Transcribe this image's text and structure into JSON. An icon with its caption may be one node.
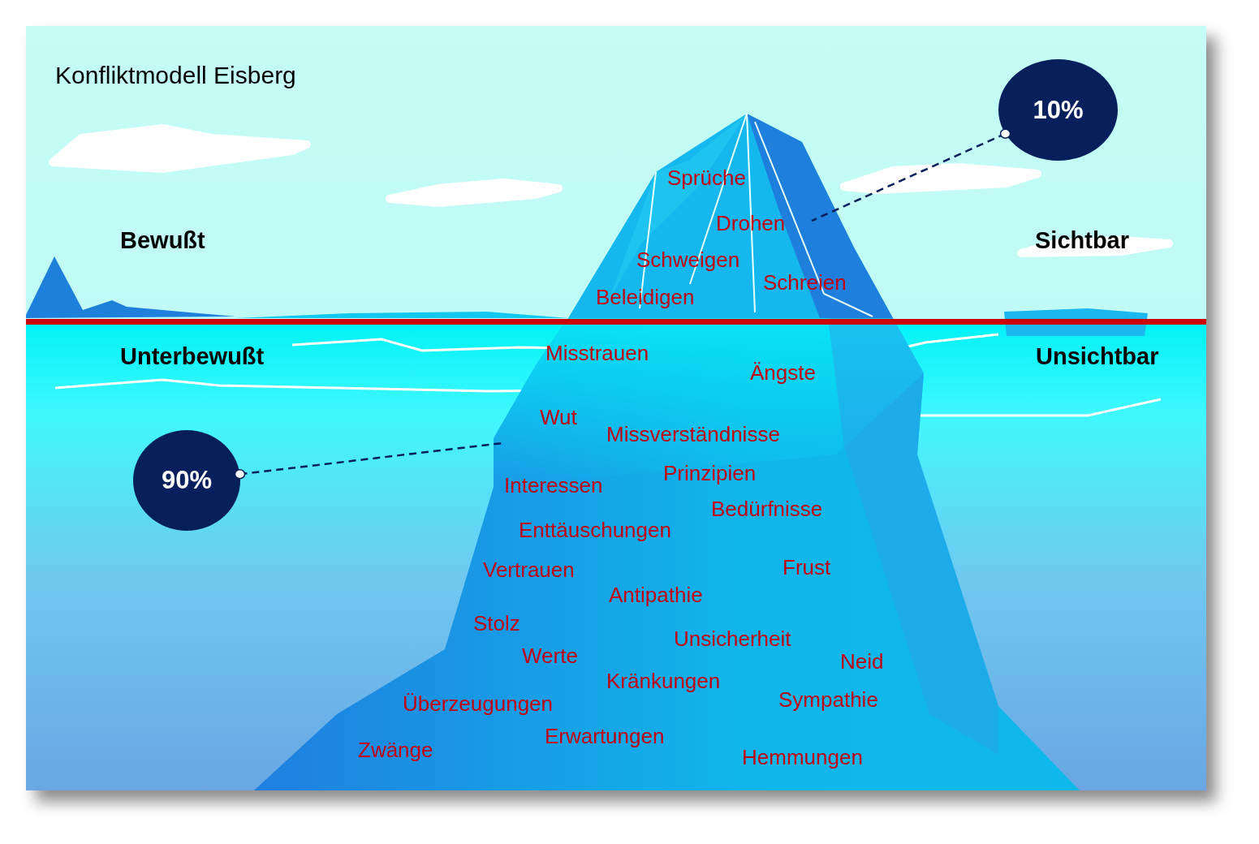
{
  "diagram": {
    "title": "Konfliktmodell Eisberg",
    "nodes": [
      {
        "text": [
          "10%"
        ]
      },
      {
        "text": [
          "90%"
        ]
      },
      {
        "text": [],
        "shape": "picture"
      },
      {
        "text": [],
        "shape": "picture"
      }
    ],
    "edges": [
      {
        "from": 0,
        "to": 2,
        "arrow": "other",
        "style": "dashed"
      },
      {
        "from": 1,
        "to": 3,
        "arrow": "other",
        "style": "dashed"
      }
    ],
    "labels": [
      "Sprüche",
      "Drohen",
      "Bewußt",
      "Sichtbar",
      "Schweigen",
      "Schreien",
      "Beleidigen",
      "Misstrauen",
      "Unterbewußt",
      "Unsichtbar",
      "Ängste",
      "Wut",
      "Missverständnisse",
      "Prinzipien",
      "Interessen",
      "Bedürfnisse",
      "Enttäuschungen",
      "Vertrauen",
      "Frust",
      "Antipathie",
      "Stolz",
      "Unsicherheit",
      "Werte",
      "Neid",
      "Kränkungen",
      "Sympathie",
      "Überzeugungen",
      "Erwartungen",
      "Zwänge",
      "Hemmungen"
    ]
  }
}
